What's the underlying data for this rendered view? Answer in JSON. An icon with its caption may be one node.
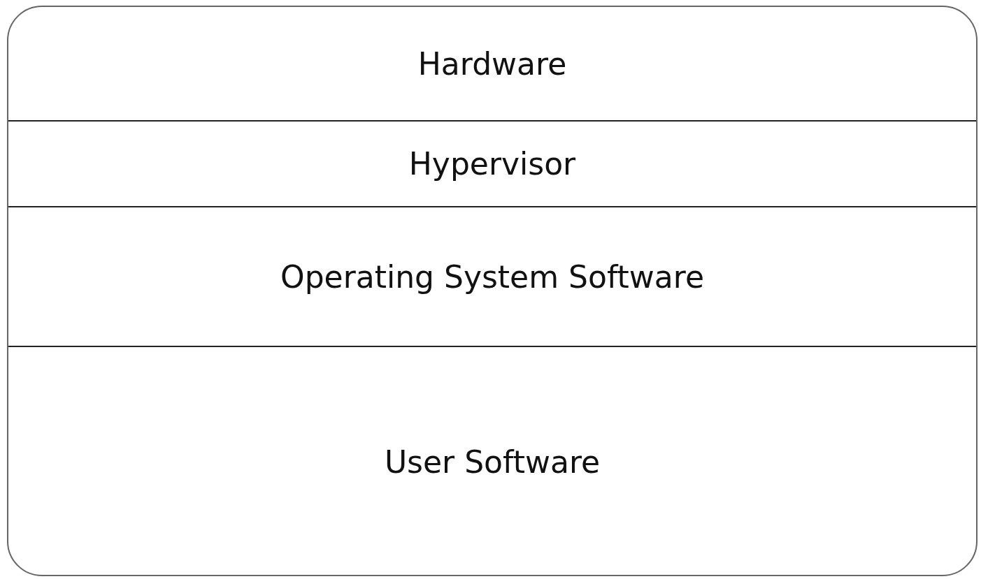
{
  "diagram": {
    "nodes": [
      {
        "text": [
          "Hardware"
        ]
      },
      {
        "text": [
          "Hypervisor"
        ]
      },
      {
        "text": [
          "Operating System Software"
        ]
      },
      {
        "text": [
          "User Software"
        ]
      }
    ]
  }
}
